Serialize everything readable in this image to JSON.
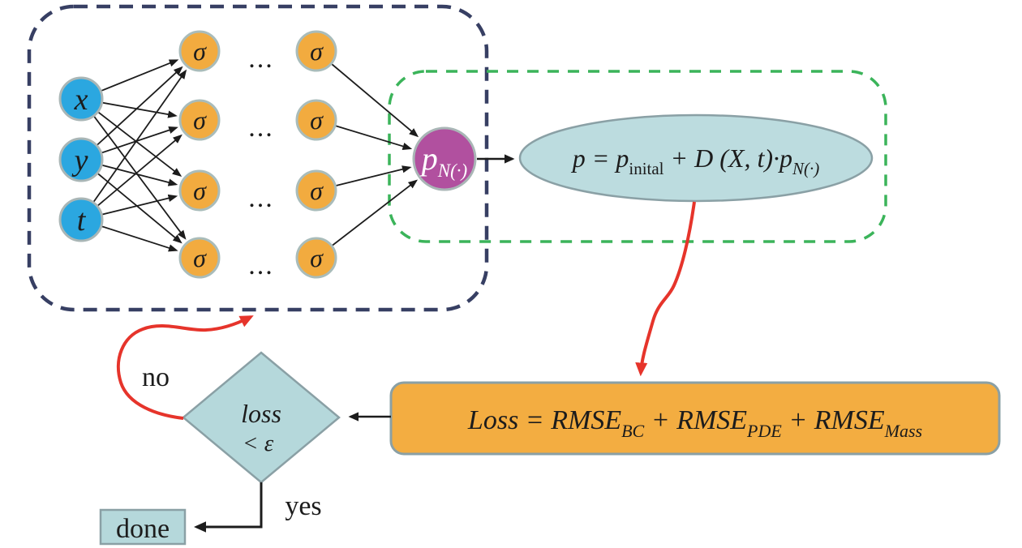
{
  "colors": {
    "input_node_fill": "#2ba7e0",
    "hidden_node_fill": "#f2ab3f",
    "output_node_fill": "#b1509f",
    "result_shape_fill": "#bcdcdf",
    "loss_box_fill": "#f3ad41",
    "outer_dashed_box": "#373f63",
    "inner_dashed_box": "#3bb45a",
    "feedback_arrow": "#e6342b",
    "line_black": "#1c1c1c",
    "node_stroke": "#a9b6b6",
    "shape_stroke": "#8aa0a5"
  },
  "network": {
    "inputs": [
      {
        "label": "x"
      },
      {
        "label": "y"
      },
      {
        "label": "t"
      }
    ],
    "activation": "σ",
    "dots": "...",
    "output": {
      "main": "p",
      "sub": "N(·)"
    }
  },
  "result_formula": {
    "p0": "p = p",
    "s0": "inital",
    "p1": " + D (X, t)·p",
    "s1": "N(·)"
  },
  "loss_formula": {
    "p0": "Loss = RMSE",
    "s0": "BC",
    "p1": " + RMSE",
    "s1": "PDE",
    "p2": " + RMSE",
    "s2": "Mass"
  },
  "decision": {
    "line1": "loss",
    "line2": "< ε"
  },
  "labels": {
    "no": "no",
    "yes": "yes",
    "done": "done"
  }
}
